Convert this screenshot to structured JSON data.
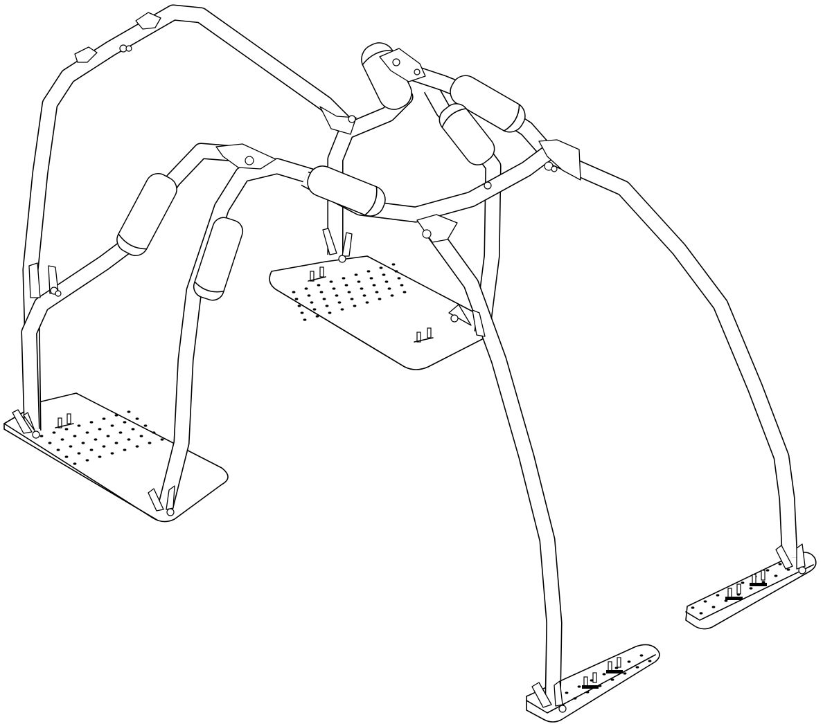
{
  "figure": {
    "subject": "tubular-steel-frame-assembly",
    "colors": {
      "line": "#000000",
      "background": "#ffffff"
    },
    "base_plates": [
      {
        "id": "front-left-base-plate",
        "hole_rows": 5,
        "hole_cols": 9,
        "has_leveling_bolts": true
      },
      {
        "id": "rear-center-base-plate",
        "hole_rows": 5,
        "hole_cols": 10,
        "has_leveling_bolts": true
      },
      {
        "id": "front-right-base-plate",
        "hole_rows": 2,
        "hole_cols": 8,
        "has_leveling_bolts": true
      },
      {
        "id": "rear-right-base-plate",
        "hole_rows": 2,
        "hole_cols": 8,
        "has_leveling_bolts": true
      }
    ]
  }
}
